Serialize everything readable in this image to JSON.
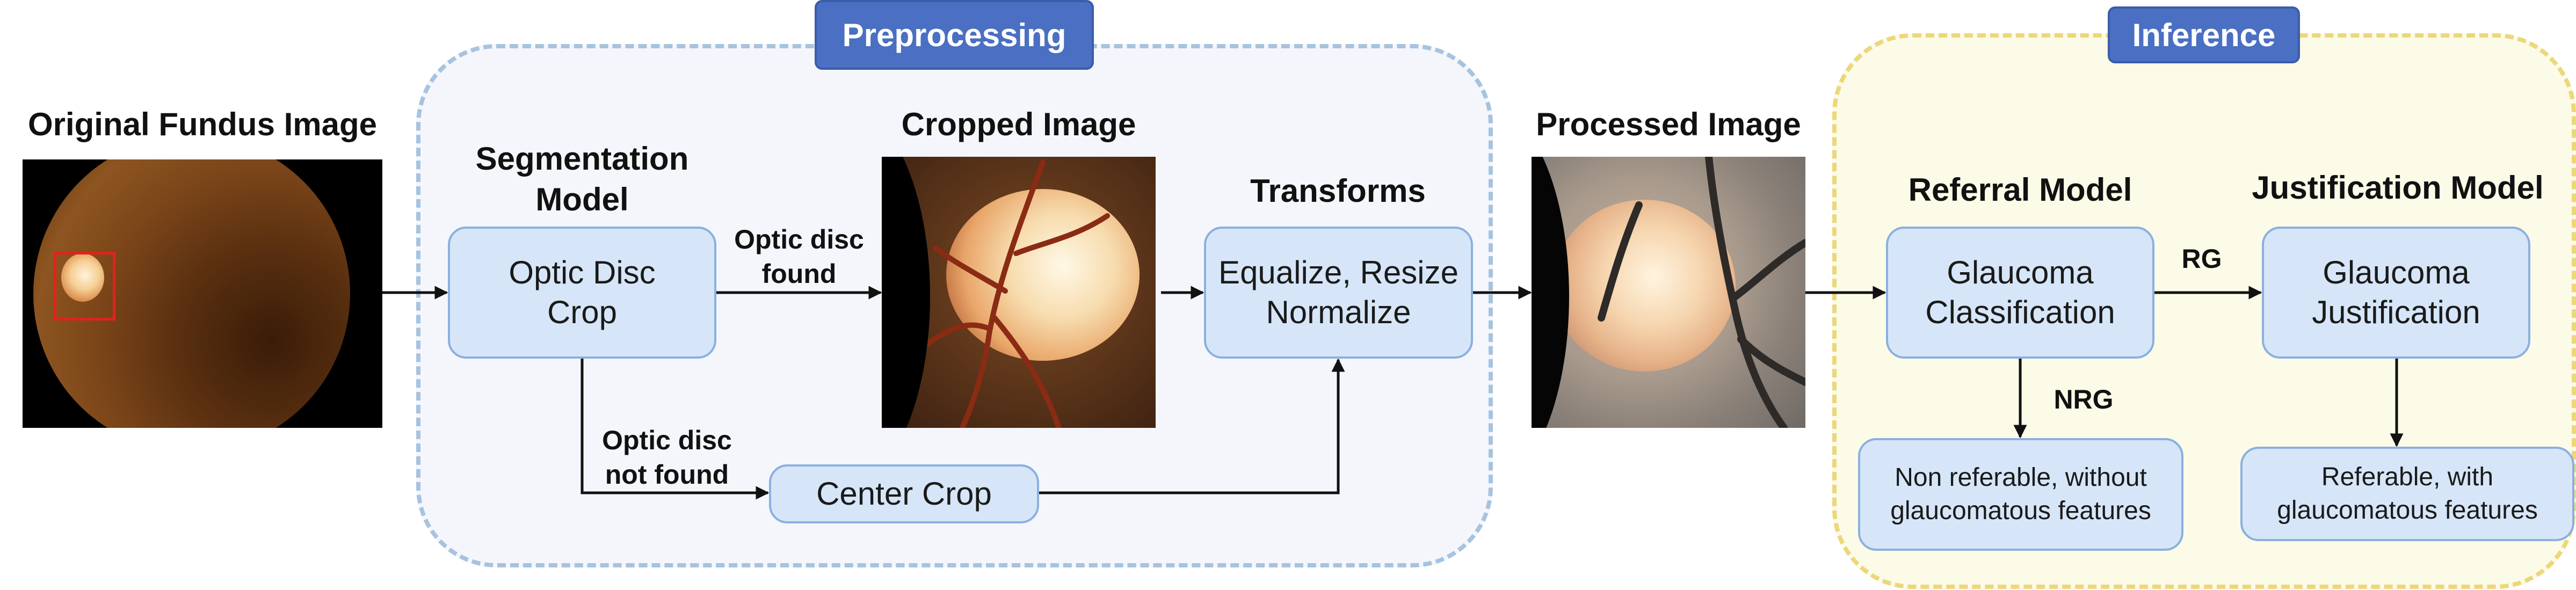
{
  "regions": {
    "preprocessing": {
      "tag": "Preprocessing",
      "background": "#f4f6fb",
      "border": "#a6c3e0"
    },
    "inference": {
      "tag": "Inference",
      "background": "#fcfbe7",
      "border": "#ecd77a"
    }
  },
  "titles": {
    "original": "Original Fundus Image",
    "segmentation_line1": "Segmentation",
    "segmentation_line2": "Model",
    "cropped": "Cropped Image",
    "transforms": "Transforms",
    "processed": "Processed Image",
    "referral": "Referral Model",
    "justification": "Justification Model"
  },
  "boxes": {
    "optic_disc_crop_line1": "Optic Disc",
    "optic_disc_crop_line2": "Crop",
    "center_crop": "Center Crop",
    "equalize_line1": "Equalize, Resize",
    "equalize_line2": "Normalize",
    "glaucoma_classification_line1": "Glaucoma",
    "glaucoma_classification_line2": "Classification",
    "glaucoma_justification_line1": "Glaucoma",
    "glaucoma_justification_line2": "Justification",
    "non_referable_line1": "Non referable, without",
    "non_referable_line2": "glaucomatous features",
    "referable_line1": "Referable, with",
    "referable_line2": "glaucomatous features"
  },
  "edge_labels": {
    "found_line1": "Optic disc",
    "found_line2": "found",
    "not_found_line1": "Optic disc",
    "not_found_line2": "not found",
    "rg": "RG",
    "nrg": "NRG"
  },
  "colors": {
    "box_fill": "#d6e6f8",
    "box_border": "#8bb0df",
    "tag_fill": "#4a6fc3",
    "roi_box": "#e0241b"
  }
}
